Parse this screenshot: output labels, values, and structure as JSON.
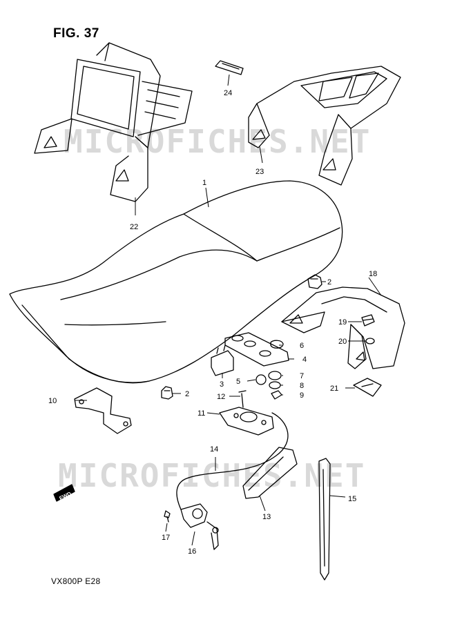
{
  "figure": {
    "title": "FIG. 37",
    "model_code": "VX800P  E28",
    "watermark": "MICROFICHES.NET",
    "fwd_label": "FWD"
  },
  "part_callouts": [
    {
      "id": "p1",
      "label": "1"
    },
    {
      "id": "p2a",
      "label": "2"
    },
    {
      "id": "p2b",
      "label": "2"
    },
    {
      "id": "p3",
      "label": "3"
    },
    {
      "id": "p4",
      "label": "4"
    },
    {
      "id": "p5",
      "label": "5"
    },
    {
      "id": "p6",
      "label": "6"
    },
    {
      "id": "p7",
      "label": "7"
    },
    {
      "id": "p8",
      "label": "8"
    },
    {
      "id": "p9",
      "label": "9"
    },
    {
      "id": "p10",
      "label": "10"
    },
    {
      "id": "p11",
      "label": "11"
    },
    {
      "id": "p12",
      "label": "12"
    },
    {
      "id": "p13",
      "label": "13"
    },
    {
      "id": "p14",
      "label": "14"
    },
    {
      "id": "p15",
      "label": "15"
    },
    {
      "id": "p16",
      "label": "16"
    },
    {
      "id": "p17",
      "label": "17"
    },
    {
      "id": "p18",
      "label": "18"
    },
    {
      "id": "p19",
      "label": "19"
    },
    {
      "id": "p20",
      "label": "20"
    },
    {
      "id": "p21",
      "label": "21"
    },
    {
      "id": "p22",
      "label": "22"
    },
    {
      "id": "p23",
      "label": "23"
    },
    {
      "id": "p24",
      "label": "24"
    }
  ]
}
